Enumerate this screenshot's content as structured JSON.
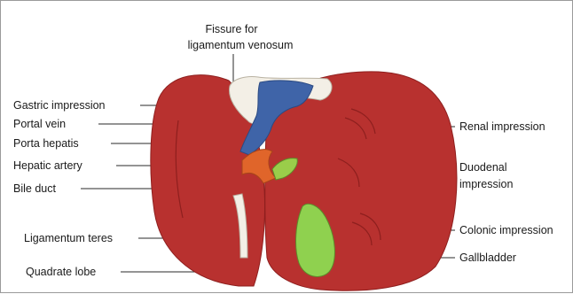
{
  "labels": {
    "fissure_line1": "Fissure for",
    "fissure_line2": "ligamentum venosum",
    "gastric_impression": "Gastric impression",
    "portal_vein": "Portal vein",
    "porta_hepatis": "Porta hepatis",
    "hepatic_artery": "Hepatic artery",
    "bile_duct": "Bile duct",
    "ligamentum_teres": "Ligamentum teres",
    "quadrate_lobe": "Quadrate lobe",
    "renal_impression": "Renal impression",
    "duodenal_line1": "Duodenal",
    "duodenal_line2": "impression",
    "colonic_impression": "Colonic impression",
    "gallbladder": "Gallbladder"
  },
  "colors": {
    "liver": "#b8312f",
    "liver_dark": "#8e1f1e",
    "vein": "#3f64a8",
    "artery": "#e0652a",
    "bile_duct": "#9acd4a",
    "gallbladder": "#8fd14f",
    "fissure": "#f3efe6"
  }
}
